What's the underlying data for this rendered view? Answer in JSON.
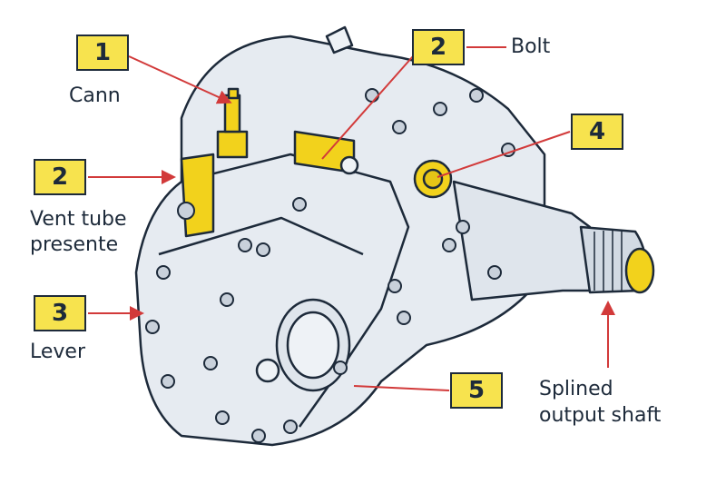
{
  "title": "Transfer case component callouts",
  "callouts": [
    {
      "number": "1",
      "label": "Cann"
    },
    {
      "number": "2",
      "label": "Bolt"
    },
    {
      "number": "4",
      "label": ""
    },
    {
      "number": "2",
      "label_line1": "Vent tube",
      "label_line2": "presente"
    },
    {
      "number": "3",
      "label": "Lever"
    },
    {
      "number": "5",
      "label": ""
    },
    {
      "label_line1": "Splined",
      "label_line2": "output shaft"
    }
  ],
  "colors": {
    "callout_fill": "#f7e34e",
    "arrow": "#d23a3a",
    "outline": "#1d2a3a",
    "body": "#e6ebf1"
  }
}
